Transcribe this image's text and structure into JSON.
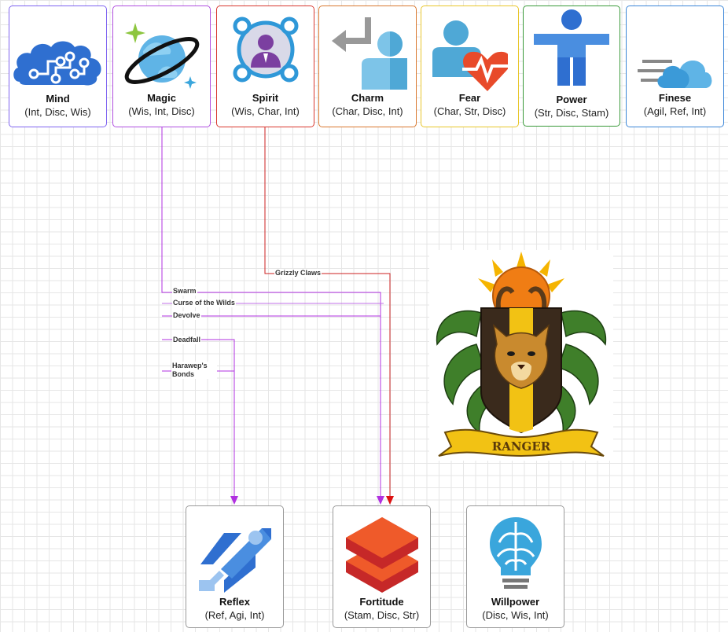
{
  "top_cards": [
    {
      "title": "Mind",
      "sub": "(Int, Disc, Wis)",
      "icon": "brain-circuit-icon",
      "color": "#7f64f0"
    },
    {
      "title": "Magic",
      "sub": "(Wis, Int, Disc)",
      "icon": "planet-icon",
      "color": "#b04fe0"
    },
    {
      "title": "Spirit",
      "sub": "(Wis, Char, Int)",
      "icon": "person-nodes-icon",
      "color": "#d9382f"
    },
    {
      "title": "Charm",
      "sub": "(Char, Disc, Int)",
      "icon": "user-return-icon",
      "color": "#d9782f"
    },
    {
      "title": "Fear",
      "sub": "(Char, Str, Disc)",
      "icon": "heartbeat-user-icon",
      "color": "#e8c62a"
    },
    {
      "title": "Power",
      "sub": "(Str, Disc, Stam)",
      "icon": "standing-figure-icon",
      "color": "#3a9a3a"
    },
    {
      "title": "Finese",
      "sub": "(Agil, Ref, Int)",
      "icon": "speed-cloud-icon",
      "color": "#3b86d8"
    }
  ],
  "bottom_cards": [
    {
      "title": "Reflex",
      "sub": "(Ref, Agi, Int)",
      "icon": "rocket-icon",
      "color": "#444444"
    },
    {
      "title": "Fortitude",
      "sub": "(Stam, Disc, Str)",
      "icon": "layers-icon",
      "color": "#444444"
    },
    {
      "title": "Willpower",
      "sub": "(Disc, Wis, Int)",
      "icon": "lightbulb-brain-icon",
      "color": "#444444"
    }
  ],
  "connections": [
    {
      "label": "Grizzly Claws",
      "from": "Spirit",
      "to": "Fortitude",
      "color": "#cc2222"
    },
    {
      "label": "Swarm",
      "from": "Magic",
      "to": "Fortitude",
      "color": "#b030e0"
    },
    {
      "label": "Curse of the Wilds",
      "from": "Magic",
      "to": "Fortitude",
      "color": "#b030e0"
    },
    {
      "label": "Devolve",
      "from": "Magic",
      "to": "Fortitude",
      "color": "#b030e0"
    },
    {
      "label": "Deadfall",
      "from": "Magic",
      "to": "Reflex",
      "color": "#b030e0"
    },
    {
      "label": "Harawep's Bonds",
      "from": "Magic",
      "to": "Reflex",
      "color": "#b030e0"
    }
  ],
  "crest": {
    "banner_text": "RANGER",
    "icon": "ranger-crest-icon"
  }
}
